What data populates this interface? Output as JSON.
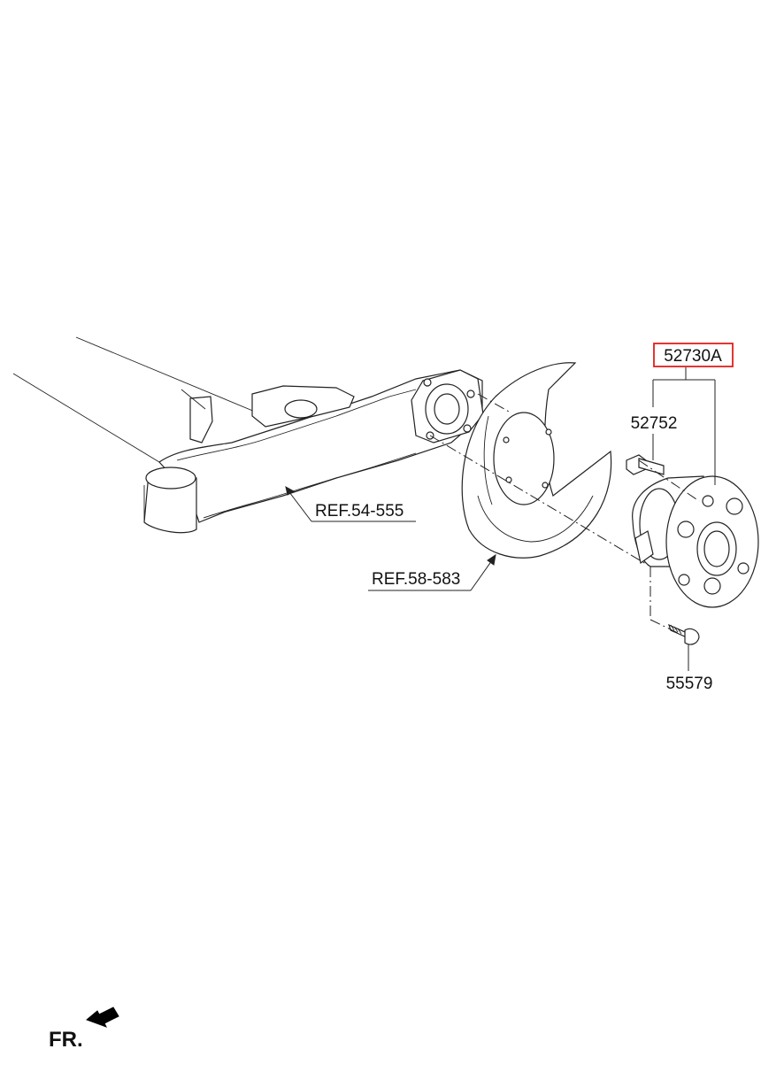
{
  "callouts": {
    "hub_assembly": "52730A",
    "hub_bolt": "52752",
    "mounting_bolt": "55579",
    "ref_axle": "REF.54-555",
    "ref_shield": "REF.58-583"
  },
  "direction_label": "FR.",
  "colors": {
    "highlight_box": "#e0201b",
    "line": "#222222"
  }
}
